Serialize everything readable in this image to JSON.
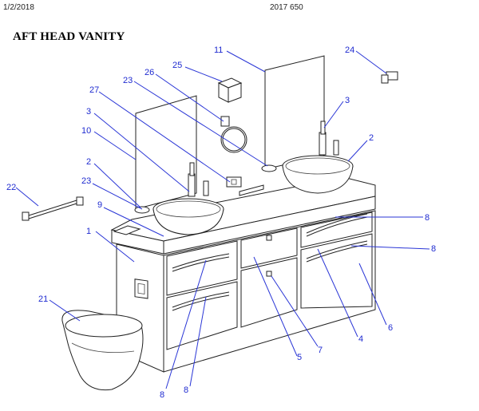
{
  "header": {
    "date": "1/2/2018",
    "code": "2017 650"
  },
  "title": "AFT HEAD VANITY",
  "callouts": {
    "c1": "1",
    "c2a": "2",
    "c2b": "2",
    "c3a": "3",
    "c3b": "3",
    "c4": "4",
    "c5": "5",
    "c6": "6",
    "c7": "7",
    "c8a": "8",
    "c8b": "8",
    "c8c": "8",
    "c8d": "8",
    "c9": "9",
    "c10": "10",
    "c11": "11",
    "c21": "21",
    "c22": "22",
    "c23a": "23",
    "c23b": "23",
    "c24": "24",
    "c25": "25",
    "c26": "26",
    "c27": "27"
  },
  "colors": {
    "callout": "#1f2bd0",
    "linework": "#222222"
  }
}
